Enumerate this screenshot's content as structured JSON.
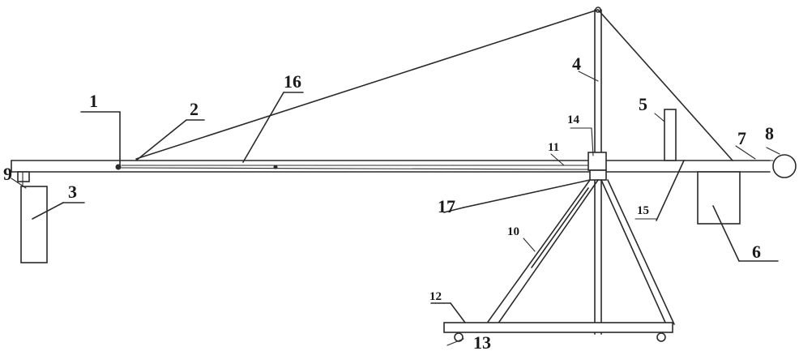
{
  "diagram": {
    "labels": {
      "l1": "1",
      "l2": "2",
      "l3": "3",
      "l4": "4",
      "l5": "5",
      "l6": "6",
      "l7": "7",
      "l8": "8",
      "l9": "9",
      "l10": "10",
      "l11": "11",
      "l12": "12",
      "l13": "13",
      "l14": "14",
      "l15": "15",
      "l16": "16",
      "l17": "17"
    },
    "colors": {
      "stroke": "#2a2a2a",
      "background": "#ffffff"
    }
  }
}
